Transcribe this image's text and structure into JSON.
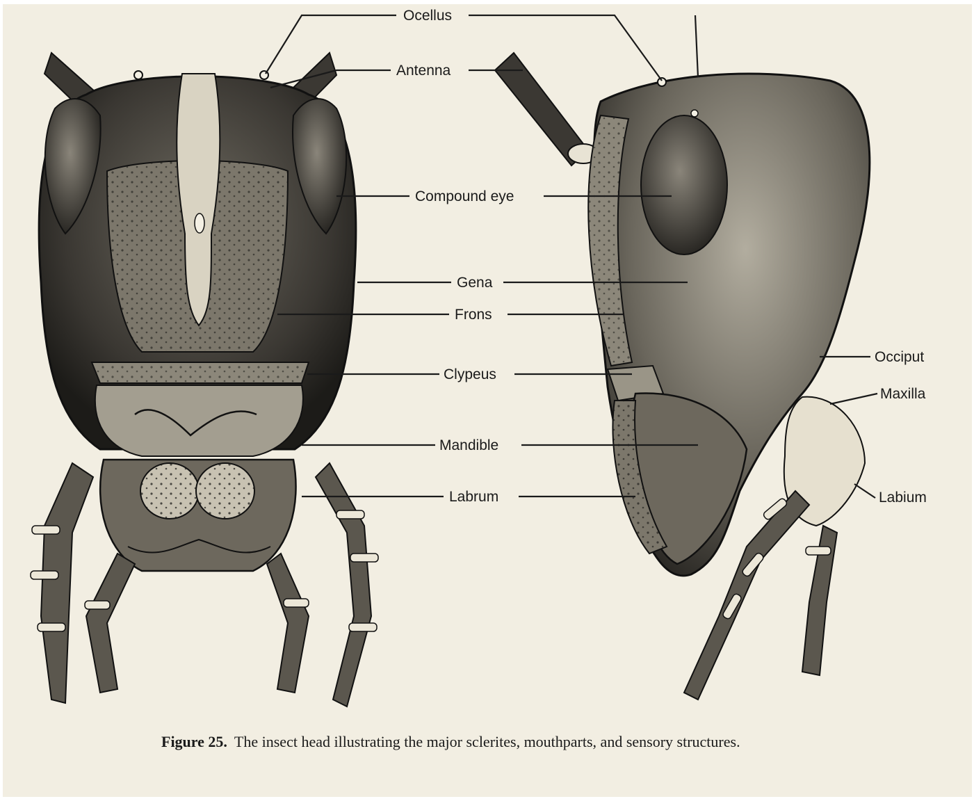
{
  "labels": {
    "ocellus": "Ocellus",
    "antenna": "Antenna",
    "compound_eye": "Compound eye",
    "gena": "Gena",
    "frons": "Frons",
    "clypeus": "Clypeus",
    "mandible": "Mandible",
    "labrum": "Labrum",
    "occiput": "Occiput",
    "maxilla": "Maxilla",
    "labium": "Labium"
  },
  "caption": {
    "figure_number": "Figure 25.",
    "text": "The insect head illustrating the major sclerites, mouthparts, and sensory structures."
  },
  "colors": {
    "paper": "#f2eee2",
    "ink": "#1a1a1a"
  }
}
